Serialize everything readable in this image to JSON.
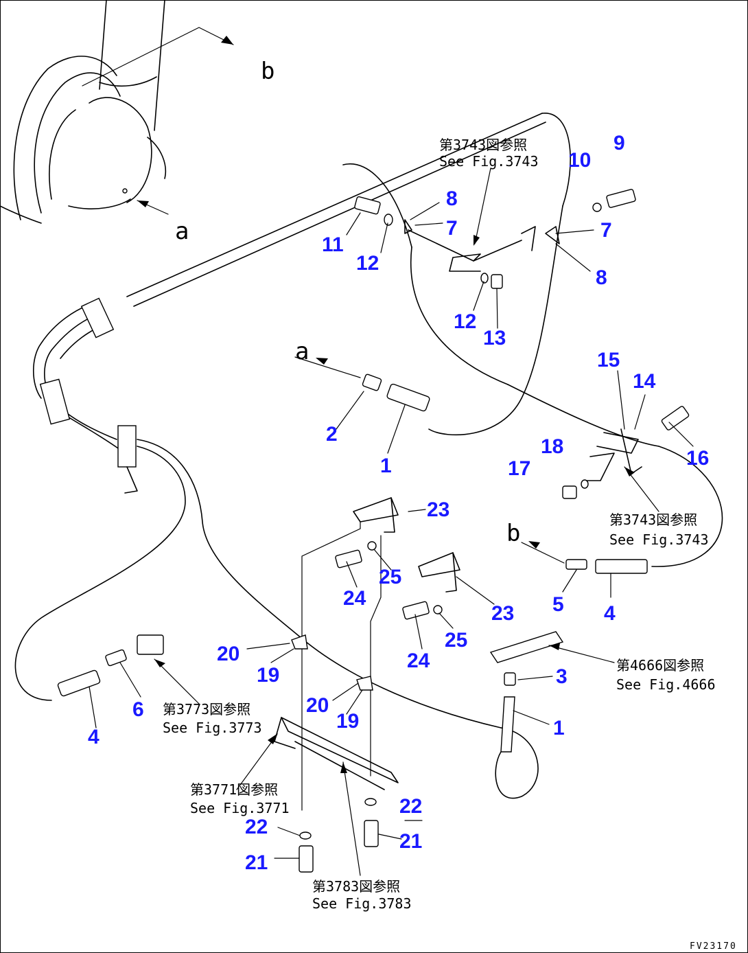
{
  "callouts": {
    "c1a": "1",
    "c1b": "1",
    "c2": "2",
    "c3": "3",
    "c4a": "4",
    "c4b": "4",
    "c5": "5",
    "c6": "6",
    "c7a": "7",
    "c7b": "7",
    "c8a": "8",
    "c8b": "8",
    "c9": "9",
    "c10": "10",
    "c11": "11",
    "c12a": "12",
    "c12b": "12",
    "c13": "13",
    "c14": "14",
    "c15": "15",
    "c16": "16",
    "c17": "17",
    "c18": "18",
    "c19a": "19",
    "c19b": "19",
    "c20a": "20",
    "c20b": "20",
    "c21a": "21",
    "c21b": "21",
    "c22a": "22",
    "c22b": "22",
    "c23a": "23",
    "c23b": "23",
    "c24a": "24",
    "c24b": "24",
    "c25a": "25",
    "c25b": "25"
  },
  "letters": {
    "a1": "a",
    "a2": "a",
    "b1": "b",
    "b2": "b"
  },
  "refs": {
    "r3743a_jp": "第3743図参照",
    "r3743a_en": "See Fig.3743",
    "r3743b_jp": "第3743図参照",
    "r3743b_en": "See Fig.3743",
    "r4666_jp": "第4666図参照",
    "r4666_en": "See Fig.4666",
    "r3773_jp": "第3773図参照",
    "r3773_en": "See Fig.3773",
    "r3771_jp": "第3771図参照",
    "r3771_en": "See Fig.3771",
    "r3783_jp": "第3783図参照",
    "r3783_en": "See Fig.3783"
  },
  "drawing_code": "FV23170"
}
